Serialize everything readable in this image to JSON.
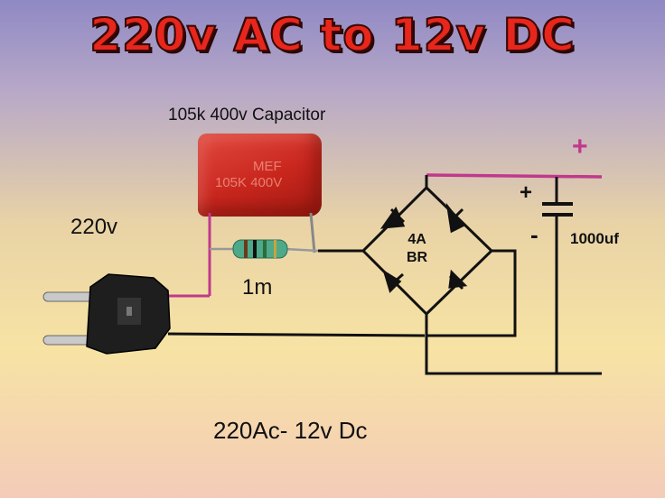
{
  "title": "220v AC to 12v DC",
  "capacitor": {
    "label": "105k 400v Capacitor",
    "print_line1": "MEF",
    "print_line2": "105K 400V"
  },
  "input_voltage": "220v",
  "resistor_label": "1m",
  "bridge": {
    "line1": "4A",
    "line2": "BR"
  },
  "output": {
    "plus": "+",
    "cap_plus": "+",
    "cap_minus": "-",
    "cap_value": "1000uf"
  },
  "footer": "220Ac- 12v Dc",
  "colors": {
    "title": "#e8261c",
    "wire_positive": "#c0398c",
    "capacitor": "#d0302a",
    "plus_sign": "#c0398c"
  }
}
